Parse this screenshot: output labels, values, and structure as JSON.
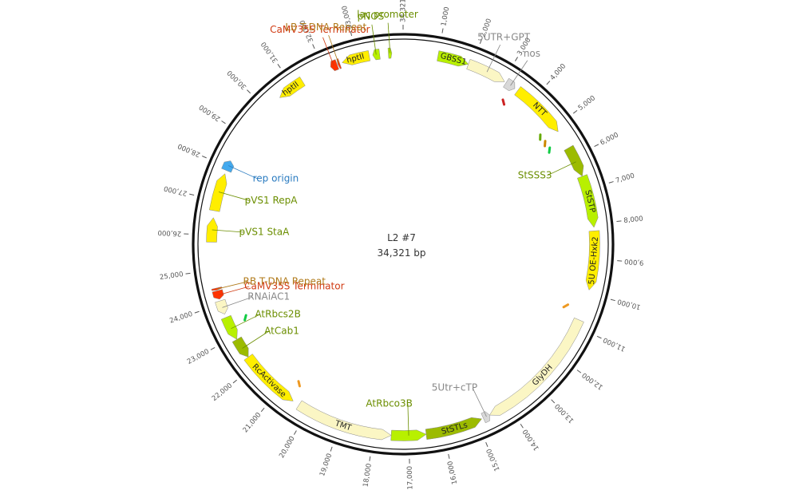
{
  "plasmid": {
    "name": "L2 #7",
    "length_label": "34,321 bp",
    "length_bp": 34321
  },
  "colors": {
    "backbone": "#111111",
    "feature_yellow": "#ffee00",
    "feature_lightgreen": "#b8f000",
    "feature_olive": "#9cbb00",
    "feature_pale": "#fbf6c4",
    "feature_red": "#ff3300",
    "feature_blue": "#44aaee",
    "feature_grey": "#d8d8d8",
    "label_olive": "#6b8e00",
    "label_brown": "#b07a1a",
    "label_red": "#d03a12",
    "label_blue": "#2a7bc0",
    "label_grey": "#888888"
  },
  "ticks": [
    {
      "bp": 1000,
      "label": "1,000",
      "inner": "984"
    },
    {
      "bp": 2000,
      "label": "2,000",
      "inner": "2,000"
    },
    {
      "bp": 3000,
      "label": "3,000",
      "inner": "2,261"
    },
    {
      "bp": 4000,
      "label": "4,000",
      "inner": "1,261"
    },
    {
      "bp": 5000,
      "label": "5,000",
      "inner": "1,006"
    },
    {
      "bp": 6000,
      "label": "6,000",
      "inner": "6"
    },
    {
      "bp": 7000,
      "label": "7,000",
      "inner": "979"
    },
    {
      "bp": 8000,
      "label": "8,000",
      "inner": "1,979"
    },
    {
      "bp": 9000,
      "label": "9,000",
      "inner": "948"
    },
    {
      "bp": 10000,
      "label": "10,000",
      "inner": "2,374"
    },
    {
      "bp": 11000,
      "label": "11,000",
      "inner": "3,858"
    },
    {
      "bp": 12000,
      "label": "12,000",
      "inner": "2,858"
    },
    {
      "bp": 13000,
      "label": "13,000",
      "inner": "1,858"
    },
    {
      "bp": 14000,
      "label": "14,000",
      "inner": "858"
    },
    {
      "bp": 15000,
      "label": "15,000",
      "inner": "2,368"
    },
    {
      "bp": 16000,
      "label": "16,000",
      "inner": "2,853"
    },
    {
      "bp": 17000,
      "label": "17,000",
      "inner": "2,610"
    },
    {
      "bp": 18000,
      "label": "18,000",
      "inner": "559"
    },
    {
      "bp": 19000,
      "label": "19,000",
      "inner": "1,559"
    },
    {
      "bp": 20000,
      "label": "20,000",
      "inner": "56"
    },
    {
      "bp": 21000,
      "label": "21,000",
      "inner": "1,055"
    },
    {
      "bp": 22000,
      "label": "22,000",
      "inner": "2,055"
    },
    {
      "bp": 23000,
      "label": "23,000",
      "inner": "2,066"
    },
    {
      "bp": 24000,
      "label": "24,000",
      "inner": "2,348"
    },
    {
      "bp": 25000,
      "label": "25,000",
      "inner": "9,640"
    },
    {
      "bp": 26000,
      "label": "26,000",
      "inner": "394"
    },
    {
      "bp": 27000,
      "label": "27,000",
      "inner": "1,394"
    },
    {
      "bp": 28000,
      "label": "28,000",
      "inner": "2,394"
    },
    {
      "bp": 29000,
      "label": "29,000",
      "inner": "3,394"
    },
    {
      "bp": 30000,
      "label": "30,000",
      "inner": "4,394"
    },
    {
      "bp": 31000,
      "label": "31,000",
      "inner": "5,394"
    },
    {
      "bp": 32000,
      "label": "32,000",
      "inner": "6,394"
    },
    {
      "bp": 33000,
      "label": "33,000",
      "inner": "7,394"
    },
    {
      "bp": 34321,
      "label": "34,321",
      "inner": "8,715"
    }
  ],
  "features": [
    {
      "name": "GBSS1",
      "start": 1000,
      "end": 1900,
      "color": "feature_lightgreen",
      "dir": 1,
      "label": "inside"
    },
    {
      "name": "5UTR+GPT",
      "start": 1900,
      "end": 3050,
      "color": "feature_pale",
      "dir": 1,
      "label": "callout",
      "labelColor": "label_grey"
    },
    {
      "name": "nos",
      "start": 3100,
      "end": 3400,
      "color": "feature_grey",
      "dir": 1,
      "label": "callout",
      "labelColor": "label_grey"
    },
    {
      "name": "NTT",
      "start": 3500,
      "end": 5150,
      "color": "feature_yellow",
      "dir": 1,
      "label": "inside"
    },
    {
      "name": "StSSS3",
      "start": 5700,
      "end": 6600,
      "color": "feature_olive",
      "dir": 1,
      "label": "callout",
      "labelColor": "label_olive"
    },
    {
      "name": "StSTP",
      "start": 6600,
      "end": 8100,
      "color": "feature_lightgreen",
      "dir": 1,
      "label": "inside"
    },
    {
      "name": "5U OE-Hxk2",
      "start": 8200,
      "end": 9900,
      "color": "feature_yellow",
      "dir": 1,
      "label": "inside"
    },
    {
      "name": "GlyDH",
      "start": 10800,
      "end": 14600,
      "color": "feature_pale",
      "dir": 1,
      "label": "inside"
    },
    {
      "name": "5Utr+cTP",
      "start": 14600,
      "end": 14800,
      "color": "feature_grey",
      "dir": -1,
      "label": "callout",
      "labelColor": "label_grey"
    },
    {
      "name": "StSTLs",
      "start": 14850,
      "end": 16500,
      "color": "feature_olive",
      "dir": -1,
      "label": "inside"
    },
    {
      "name": "AtRbco3B",
      "start": 16500,
      "end": 17500,
      "color": "feature_lightgreen",
      "dir": -1,
      "label": "callout",
      "labelColor": "label_olive"
    },
    {
      "name": "TMT",
      "start": 17500,
      "end": 20300,
      "color": "feature_pale",
      "dir": -1,
      "label": "inside"
    },
    {
      "name": "RcActivase",
      "start": 20500,
      "end": 22300,
      "color": "feature_yellow",
      "dir": -1,
      "label": "inside"
    },
    {
      "name": "AtCab1",
      "start": 22300,
      "end": 22900,
      "color": "feature_olive",
      "dir": -1,
      "label": "callout",
      "labelColor": "label_olive"
    },
    {
      "name": "AtRbcs2B",
      "start": 22900,
      "end": 23600,
      "color": "feature_lightgreen",
      "dir": -1,
      "label": "callout",
      "labelColor": "label_olive"
    },
    {
      "name": "RNAiAC1",
      "start": 23700,
      "end": 24100,
      "color": "feature_pale",
      "dir": -1,
      "label": "callout",
      "labelColor": "label_grey"
    },
    {
      "name": "CaMV35S Terminator",
      "start": 24150,
      "end": 24400,
      "color": "feature_red",
      "dir": -1,
      "label": "callout",
      "labelColor": "label_red"
    },
    {
      "name": "RB T-DNA Repeat",
      "start": 24420,
      "end": 24480,
      "color": "feature_red",
      "dir": -1,
      "label": "callout",
      "labelColor": "label_brown"
    },
    {
      "name": "pVS1 StaA",
      "start": 25800,
      "end": 26500,
      "color": "feature_yellow",
      "dir": 1,
      "label": "callout",
      "labelColor": "label_olive"
    },
    {
      "name": "pVS1 RepA",
      "start": 26700,
      "end": 27800,
      "color": "feature_yellow",
      "dir": 1,
      "label": "callout",
      "labelColor": "label_olive"
    },
    {
      "name": "rep origin",
      "start": 27900,
      "end": 28200,
      "color": "feature_blue",
      "dir": 1,
      "label": "callout",
      "labelColor": "label_blue"
    },
    {
      "name": "hptII",
      "start": 30500,
      "end": 31300,
      "color": "feature_yellow",
      "dir": -1,
      "label": "inside"
    },
    {
      "name": "CaMV35S Terminator",
      "start": 32200,
      "end": 32400,
      "color": "feature_red",
      "dir": -1,
      "label": "callout",
      "labelColor": "label_red"
    },
    {
      "name": "LB T-DNA Repeat",
      "start": 32420,
      "end": 32480,
      "color": "feature_red",
      "dir": -1,
      "label": "callout",
      "labelColor": "label_brown"
    },
    {
      "name": "hptII",
      "start": 32550,
      "end": 33350,
      "color": "feature_yellow",
      "dir": -1,
      "label": "inside"
    },
    {
      "name": "pNOS",
      "start": 33450,
      "end": 33650,
      "color": "feature_lightgreen",
      "dir": -1,
      "label": "callout",
      "labelColor": "label_olive"
    },
    {
      "name": "lac promoter",
      "start": 33900,
      "end": 34000,
      "color": "feature_lightgreen",
      "dir": 1,
      "label": "callout",
      "labelColor": "label_olive"
    }
  ],
  "marks": [
    {
      "bp": 4900,
      "color": "#66aa00"
    },
    {
      "bp": 5150,
      "color": "#cc8800"
    },
    {
      "bp": 5400,
      "color": "#11cc44"
    },
    {
      "bp": 10500,
      "color": "#ee9922"
    },
    {
      "bp": 20600,
      "color": "#ee9922"
    },
    {
      "bp": 23300,
      "color": "#11cc44"
    },
    {
      "bp": 3300,
      "color": "#cc2222"
    }
  ]
}
